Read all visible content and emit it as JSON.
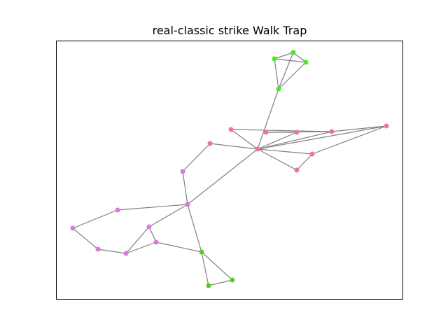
{
  "title": "real-classic strike Walk Trap",
  "colors": {
    "edge": "#808080",
    "frame": "#000000",
    "community_green_1": "#44ee22",
    "community_green_2": "#55cc22",
    "community_pink": "#ee7799",
    "community_violet": "#dd77dd"
  },
  "graph": {
    "nodes": [
      {
        "id": "g1",
        "community": "community_green_1"
      },
      {
        "id": "g2",
        "community": "community_green_1"
      },
      {
        "id": "g3",
        "community": "community_green_1"
      },
      {
        "id": "g4",
        "community": "community_green_1"
      },
      {
        "id": "p1",
        "community": "community_pink"
      },
      {
        "id": "p2",
        "community": "community_pink"
      },
      {
        "id": "p3",
        "community": "community_pink"
      },
      {
        "id": "p4",
        "community": "community_pink"
      },
      {
        "id": "p5",
        "community": "community_pink"
      },
      {
        "id": "p6",
        "community": "community_pink"
      },
      {
        "id": "p7",
        "community": "community_pink"
      },
      {
        "id": "p8",
        "community": "community_pink"
      },
      {
        "id": "p9",
        "community": "community_pink"
      },
      {
        "id": "v1",
        "community": "community_violet"
      },
      {
        "id": "v2",
        "community": "community_violet"
      },
      {
        "id": "v3",
        "community": "community_violet"
      },
      {
        "id": "v4",
        "community": "community_violet"
      },
      {
        "id": "v5",
        "community": "community_violet"
      },
      {
        "id": "v6",
        "community": "community_violet"
      },
      {
        "id": "v7",
        "community": "community_violet"
      },
      {
        "id": "v8",
        "community": "community_violet"
      },
      {
        "id": "n1",
        "community": "community_green_2"
      },
      {
        "id": "n2",
        "community": "community_green_2"
      },
      {
        "id": "n3",
        "community": "community_green_2"
      }
    ],
    "edges": [
      [
        "g1",
        "g2"
      ],
      [
        "g1",
        "g3"
      ],
      [
        "g1",
        "g4"
      ],
      [
        "g2",
        "g3"
      ],
      [
        "g2",
        "g4"
      ],
      [
        "g3",
        "g4"
      ],
      [
        "g4",
        "p5"
      ],
      [
        "p1",
        "p5"
      ],
      [
        "p2",
        "p5"
      ],
      [
        "p2",
        "p6"
      ],
      [
        "p3",
        "p6"
      ],
      [
        "p3",
        "p4"
      ],
      [
        "p4",
        "p5"
      ],
      [
        "p5",
        "p6"
      ],
      [
        "p5",
        "p7"
      ],
      [
        "p5",
        "p8"
      ],
      [
        "p5",
        "p9"
      ],
      [
        "p6",
        "p9"
      ],
      [
        "p7",
        "p8"
      ],
      [
        "p8",
        "p9"
      ],
      [
        "p1",
        "v1"
      ],
      [
        "v1",
        "v2"
      ],
      [
        "v2",
        "p5"
      ],
      [
        "v2",
        "v3"
      ],
      [
        "v3",
        "v4"
      ],
      [
        "v4",
        "v6"
      ],
      [
        "v6",
        "v7"
      ],
      [
        "v7",
        "v8"
      ],
      [
        "v5",
        "v7"
      ],
      [
        "v5",
        "v8"
      ],
      [
        "v2",
        "v5"
      ],
      [
        "v2",
        "n1"
      ],
      [
        "v8",
        "n1"
      ],
      [
        "n1",
        "n2"
      ],
      [
        "n2",
        "n3"
      ],
      [
        "n1",
        "n3"
      ]
    ]
  }
}
